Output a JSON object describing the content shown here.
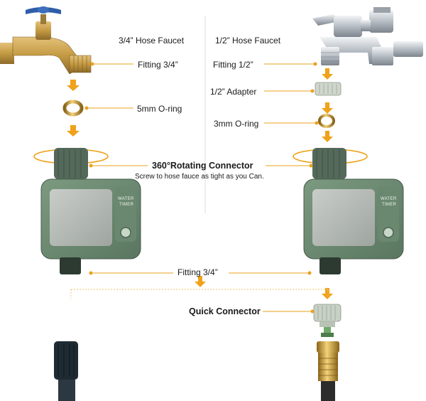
{
  "left_title": "3/4” Hose Faucet",
  "right_title": "1/2” Hose Faucet",
  "fitting_left": "Fitting 3/4”",
  "fitting_right": "Fitting 1/2”",
  "adapter": "1/2” Adapter",
  "oring_left": "5mm O-ring",
  "oring_right": "3mm O-ring",
  "connector_title": "360°Rotating Connector",
  "connector_note": "Screw to hose fauce as tight as you Can.",
  "fitting_bottom": "Fitting 3/4”",
  "quick_connector": "Quick Connector",
  "timer_text_1": "WATER",
  "timer_text_2": "TIMER",
  "colors": {
    "leader_line": "#e8a21f",
    "arrow": "#f0a21a",
    "timer_body": "#6e8c73",
    "faucet_brass": "#c9a14a",
    "faucet_chrome": "#b9bfc6",
    "handle_blue": "#2f5ea8"
  }
}
